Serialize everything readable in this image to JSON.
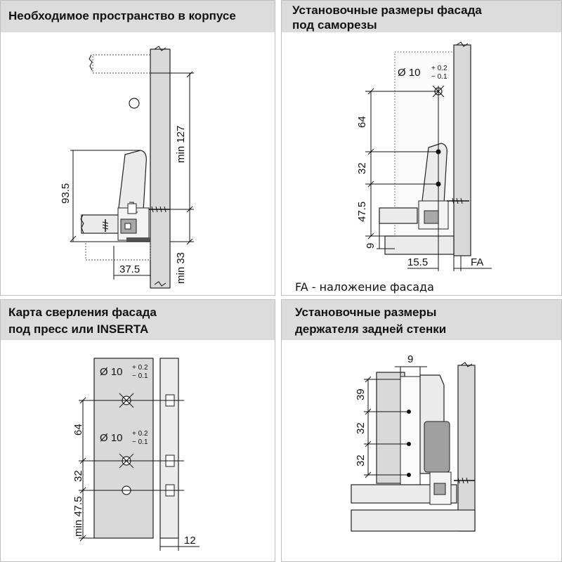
{
  "panels": [
    {
      "title": [
        "Необходимое пространство в корпусе"
      ],
      "dimensions": {
        "height_min": "min 127",
        "height": "93.5",
        "depth": "37.5",
        "bottom_min": "min 33"
      }
    },
    {
      "title": [
        "Установочные размеры фасада",
        "под саморезы"
      ],
      "hole": {
        "diameter": "Ø 10",
        "tol_plus": "+ 0.2",
        "tol_minus": "− 0.1"
      },
      "dimensions": {
        "d64": "64",
        "d32": "32",
        "d47": "47.5",
        "d9": "9",
        "d15": "15.5",
        "fa": "FA"
      },
      "note": "FA - наложение фасада"
    },
    {
      "title": [
        "Карта сверления фасада",
        "под пресс или INSERTA"
      ],
      "hole1": {
        "diameter": "Ø 10",
        "tol_plus": "+ 0.2",
        "tol_minus": "− 0.1"
      },
      "hole2": {
        "diameter": "Ø 10",
        "tol_plus": "+ 0.2",
        "tol_minus": "− 0.1"
      },
      "dimensions": {
        "d64": "64",
        "d32": "32",
        "d47": "min 47.5",
        "d12": "12"
      }
    },
    {
      "title": [
        "Установочные размеры",
        "держателя задней стенки"
      ],
      "dimensions": {
        "d9": "9",
        "d39": "39",
        "d32a": "32",
        "d32b": "32"
      }
    }
  ],
  "colors": {
    "header_bg": "#dcdcdc",
    "panel_border": "#bdbdbd",
    "part_fill": "#d9d9d9",
    "dark_fill": "#a9a9a9"
  }
}
